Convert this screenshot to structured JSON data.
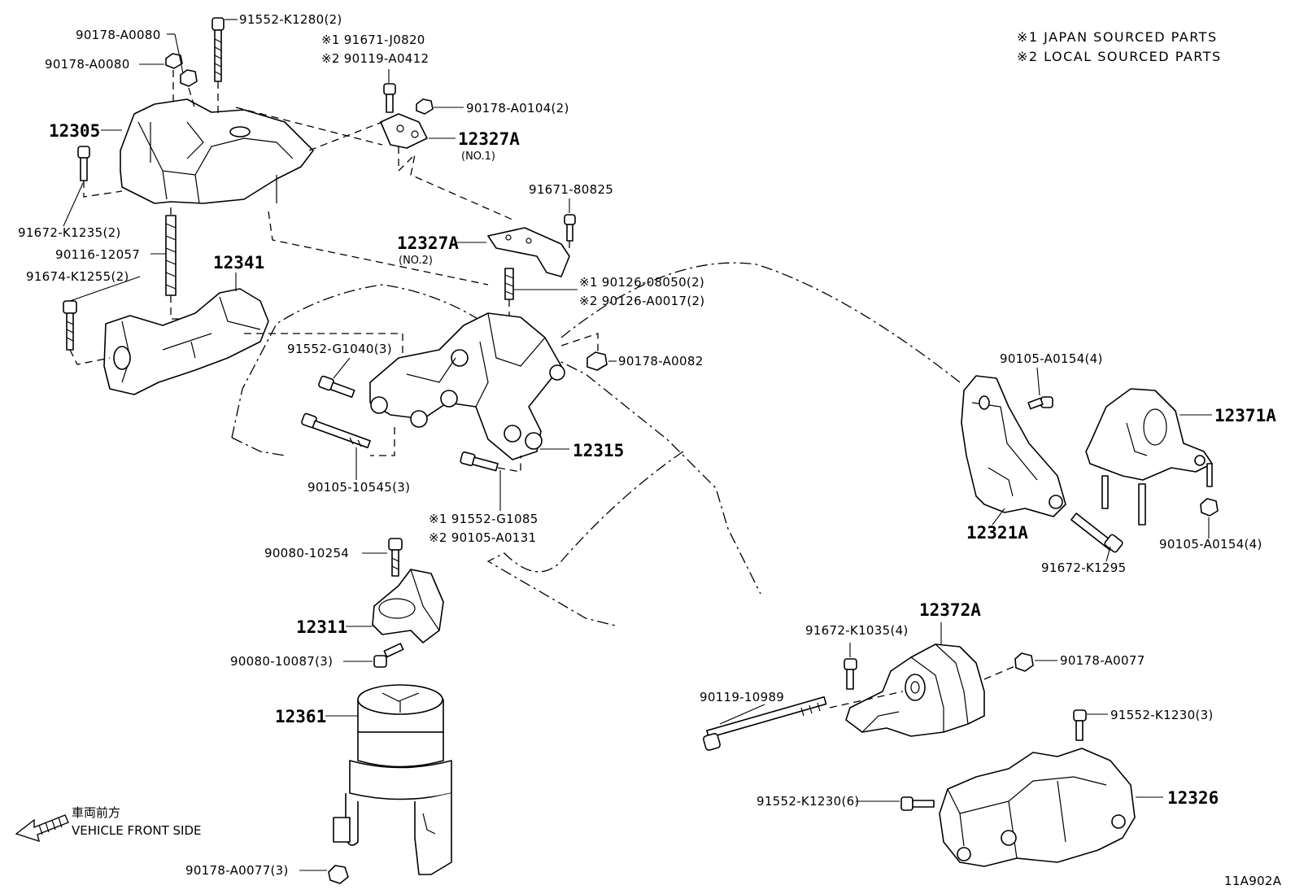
{
  "notes": [
    "※1 JAPAN SOURCED PARTS",
    "※2 LOCAL SOURCED PARTS"
  ],
  "front_indicator": {
    "jp": "車両前方",
    "en": "VEHICLE FRONT SIDE"
  },
  "diagram_id": "11A902A",
  "labels": {
    "p90178_A0080_a": "90178-A0080",
    "p90178_A0080_b": "90178-A0080",
    "p91552_K1280": "91552-K1280(2)",
    "p91671_J0820": "※1 91671-J0820",
    "p90119_A0412": "※2 90119-A0412",
    "p90178_A0104": "90178-A0104(2)",
    "p12305": "12305",
    "p12327A_1": "12327A",
    "p12327A_1_sub": "(NO.1)",
    "p91671_80825": "91671-80825",
    "p91672_K1235": "91672-K1235(2)",
    "p90116_12057": "90116-12057",
    "p12327A_2": "12327A",
    "p12327A_2_sub": "(NO.2)",
    "p91674_K1255": "91674-K1255(2)",
    "p12341": "12341",
    "p90126_08050": "※1 90126-08050(2)",
    "p90126_A0017": "※2 90126-A0017(2)",
    "p90178_A0082": "90178-A0082",
    "p91552_G1040": "91552-G1040(3)",
    "p90105_A0154_a": "90105-A0154(4)",
    "p12371A": "12371A",
    "p12315": "12315",
    "p90105_10545": "90105-10545(3)",
    "p91552_G1085": "※1 91552-G1085",
    "p90105_A0131": "※2 90105-A0131",
    "p12321A": "12321A",
    "p90105_A0154_b": "90105-A0154(4)",
    "p91672_K1295": "91672-K1295",
    "p90080_10254": "90080-10254",
    "p12311": "12311",
    "p12372A": "12372A",
    "p91672_K1035": "91672-K1035(4)",
    "p90178_A0077_a": "90178-A0077",
    "p90080_10087": "90080-10087(3)",
    "p90119_10989": "90119-10989",
    "p12361": "12361",
    "p91552_K1230_a": "91552-K1230(3)",
    "p91552_K1230_b": "91552-K1230(6)",
    "p12326": "12326",
    "p90178_A0077_b": "90178-A0077(3)"
  }
}
